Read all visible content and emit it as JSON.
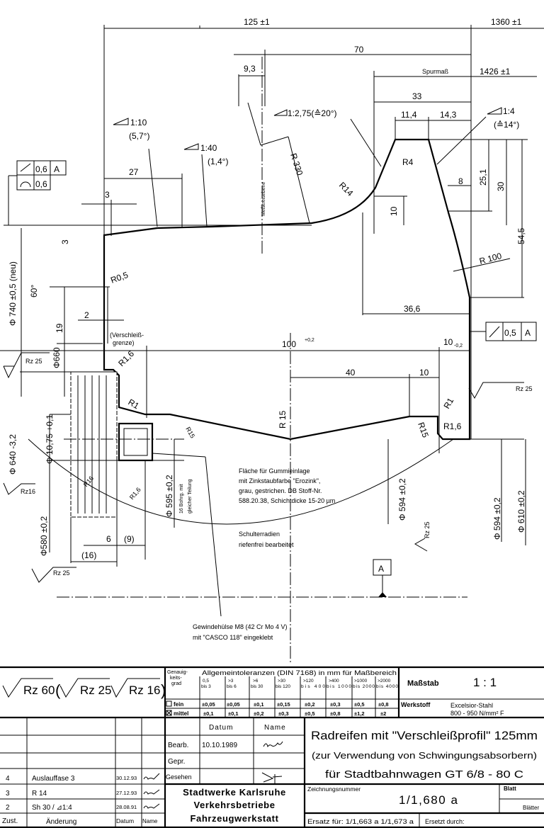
{
  "drawing": {
    "dimensions": {
      "width_125": "125 ±1",
      "track_1360": "1360 ±1",
      "d70": "70",
      "d9_3": "9,3",
      "spurmass_label": "Spurmaß",
      "spurmass_value": "1426 ±1",
      "d33": "33",
      "d11_4": "11,4",
      "d14_3": "14,3",
      "taper_20": "1:2,75(≙20°)",
      "taper_14_a": "1:4",
      "taper_14_b": "(≙14°)",
      "taper_10_a": "1:10",
      "taper_10_b": "(5,7°)",
      "taper_40_a": "1:40",
      "taper_40_b": "(1,4°)",
      "d27": "27",
      "d3_h": "3",
      "d3_v": "3",
      "r330": "R 330",
      "r14": "R14",
      "r4": "R4",
      "d8": "8",
      "d25_1": "25,1",
      "d30": "30",
      "d54_5": "54,5",
      "d10_v": "10",
      "r100": "R 100",
      "d36_6": "36,6",
      "r0_5": "R0,5",
      "angle_60": "60°",
      "dia_740": "Φ 740 ±0,5 (neu)",
      "d2": "2",
      "d19": "19",
      "wear_limit_1": "(Verschleiß-",
      "wear_limit_2": "grenze)",
      "dia_660": "Φ660",
      "r1_6_a": "R1,6",
      "d100": "100",
      "d100_tol": "+0,2",
      "d10_r": "10",
      "d10_r_tol": "-0,2",
      "d40": "40",
      "d10_b": "10",
      "r1_a": "R1",
      "r15_a": "R15",
      "r15_b": "R 15",
      "r15_c": "R15",
      "r1_b": "R1",
      "r1_6_b": "R1,6",
      "dia_640": "Φ 640 -3,2",
      "dia_10_75": "Φ 10,75 +0,1",
      "r16": "R16",
      "r1_6_c": "R1,6",
      "dia_595": "Φ 595 ±0,2",
      "bores_1": "16 Bohrg. mit",
      "bores_2": "gleicher Teilung",
      "dia_594_a": "Φ 594 ±0,2",
      "dia_594_b": "Φ 594 ±0,2",
      "dia_610": "Φ 610 ±0,2",
      "dia_580": "Φ580 ±0,2",
      "d6": "6",
      "d9": "(9)",
      "d16": "(16)",
      "measuring_plane": "Meßkreisebene"
    },
    "surface_marks": {
      "rz25_left": "Rz 25",
      "rz25_right": "Rz 25",
      "rz25_mid": "Rz 25",
      "rz16": "Rz16",
      "rz25_bottom": "Rz 25"
    },
    "geometric_tolerances": {
      "runout_top_value": "0,6",
      "runout_top_datum": "A",
      "profile_top_value": "0,6",
      "runout_right_value": "0,5",
      "runout_right_datum": "A",
      "datum_label": "A"
    },
    "notes": {
      "rubber_surface": [
        "Fläche für Gummieinlage",
        "mit Zinkstaubfarbe \"Erozink\",",
        "grau, gestrichen. DB Stoff-Nr.",
        "588.20.38, Schichtdicke 15-20 µm"
      ],
      "shoulder": [
        "Schulterradien",
        "riefenfrei bearbeitet"
      ],
      "thread_sleeve": [
        "Gewindehülse M8 (42 Cr Mo 4 V)",
        "mit \"CASCO 118\" eingeklebt"
      ]
    }
  },
  "title_block": {
    "surface": {
      "main": "Rz 60",
      "alt1": "Rz 25",
      "alt2": "Rz 16"
    },
    "tolerances": {
      "grade_label": [
        "Genauig-",
        "keits-",
        "grad"
      ],
      "header": "Allgemeintoleranzen (DIN 7168) in mm für Maßbereich",
      "ranges": [
        [
          "0,5",
          "bis 3"
        ],
        [
          ">3",
          "bis 6"
        ],
        [
          ">6",
          "bis 30"
        ],
        [
          ">30",
          "bis 120"
        ],
        [
          ">120",
          "bis 400"
        ],
        [
          ">400",
          "bis 1000"
        ],
        [
          ">1000",
          "bis 2000"
        ],
        [
          ">2000",
          "bis 4000"
        ]
      ],
      "fein_label": "fein",
      "fein": [
        "±0,05",
        "±0,05",
        "±0,1",
        "±0,15",
        "±0,2",
        "±0,3",
        "±0,5",
        "±0,8"
      ],
      "mittel_label": "mittel",
      "mittel": [
        "±0,1",
        "±0,1",
        "±0,2",
        "±0,3",
        "±0,5",
        "±0,8",
        "±1,2",
        "±2"
      ],
      "selected": "mittel"
    },
    "scale_label": "Maßstab",
    "scale": "1 : 1",
    "material_label": "Werkstoff",
    "material": [
      "Excelsior-Stahl",
      "800 - 950 N/mm² F"
    ],
    "approval": {
      "datum_header": "Datum",
      "name_header": "Name",
      "bearb_label": "Bearb.",
      "bearb_date": "10.10.1989",
      "gepr_label": "Gepr.",
      "gesehen_label": "Gesehen"
    },
    "changes": {
      "rows": [
        {
          "zust": "4",
          "text": "Auslauffase 3",
          "date": "30.12.93"
        },
        {
          "zust": "3",
          "text": "R 14",
          "date": "27.12.93"
        },
        {
          "zust": "2",
          "text": "Sh 30 / ⊿1:4",
          "date": "28.08.91"
        }
      ],
      "header": {
        "zust": "Zust.",
        "text": "Änderung",
        "date": "Datum",
        "name": "Name"
      }
    },
    "company": [
      "Stadtwerke Karlsruhe",
      "Verkehrsbetriebe",
      "Fahrzeugwerkstatt"
    ],
    "title": [
      "Radreifen mit \"Verschleißprofil\" 125mm",
      "(zur Verwendung von Schwingungsabsorbern)",
      "für Stadtbahnwagen GT 6/8 - 80 C"
    ],
    "drawing_number_label": "Zeichnungsnummer",
    "drawing_number": "1/1,680 a",
    "sheet_label": "Blatt",
    "sheets_label": "Blätter",
    "replaces": "Ersatz für: 1/1,663 a  1/1,673 a",
    "replaced_by": "Ersetzt durch:"
  }
}
